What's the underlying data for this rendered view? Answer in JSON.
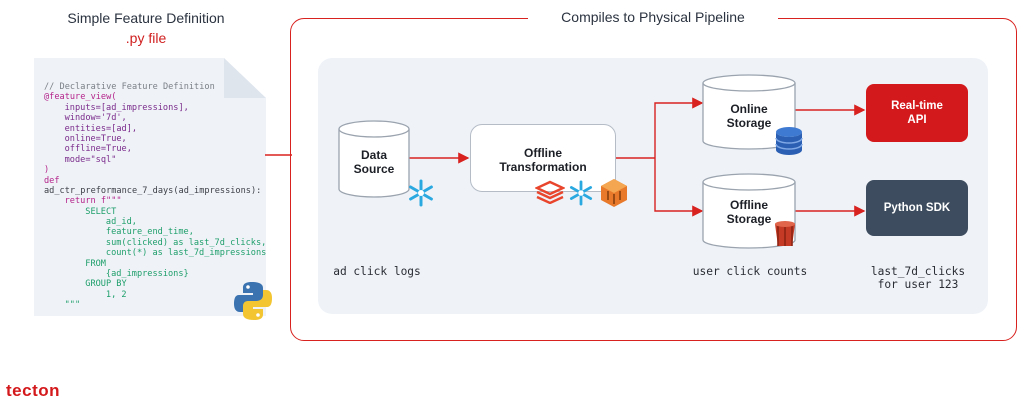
{
  "left": {
    "title": "Simple Feature Definition",
    "subtitle": ".py file",
    "code_lines": [
      {
        "text": "// Declarative Feature Definition",
        "style": "comment",
        "indent": 0
      },
      {
        "text": "@feature_view(",
        "style": "kw",
        "indent": 0
      },
      {
        "text": "inputs=[ad_impressions],",
        "style": "purple",
        "indent": 4
      },
      {
        "text": "window='7d',",
        "style": "purple",
        "indent": 4
      },
      {
        "text": "entities=[ad],",
        "style": "purple",
        "indent": 4
      },
      {
        "text": "online=True,",
        "style": "purple",
        "indent": 4
      },
      {
        "text": "offline=True,",
        "style": "purple",
        "indent": 4
      },
      {
        "text": "mode=\"sql\"",
        "style": "purple",
        "indent": 4
      },
      {
        "text": ")",
        "style": "kw",
        "indent": 0
      },
      {
        "text": "def",
        "style": "kw",
        "indent": 0
      },
      {
        "text": "ad_ctr_preformance_7_days(ad_impressions):",
        "style": "plain",
        "indent": 0
      },
      {
        "text": "return f\"\"\"",
        "style": "kw",
        "indent": 4
      },
      {
        "text": "SELECT",
        "style": "green",
        "indent": 8
      },
      {
        "text": "ad_id,",
        "style": "green",
        "indent": 12
      },
      {
        "text": "feature_end_time,",
        "style": "green",
        "indent": 12
      },
      {
        "text": "sum(clicked) as last_7d_clicks,",
        "style": "green",
        "indent": 12
      },
      {
        "text": "count(*) as last_7d_impressions",
        "style": "green",
        "indent": 12
      },
      {
        "text": "FROM",
        "style": "green",
        "indent": 8
      },
      {
        "text": "{ad_impressions}",
        "style": "green",
        "indent": 12
      },
      {
        "text": "GROUP BY",
        "style": "green",
        "indent": 8
      },
      {
        "text": "1, 2",
        "style": "green",
        "indent": 12
      },
      {
        "text": "\"\"\"",
        "style": "green",
        "indent": 4
      }
    ]
  },
  "right": {
    "title": "Compiles to Physical Pipeline",
    "data_source": "Data\nSource",
    "transformation": "Offline\nTransformation",
    "online_storage": "Online\nStorage",
    "offline_storage": "Offline\nStorage",
    "realtime_api": "Real-time\nAPI",
    "python_sdk": "Python SDK",
    "caption_source": "ad click logs",
    "caption_storage": "user click counts",
    "caption_output": "last_7d_clicks\nfor user 123"
  },
  "brand": {
    "logo": "tecton",
    "accent": "#d4191c"
  }
}
